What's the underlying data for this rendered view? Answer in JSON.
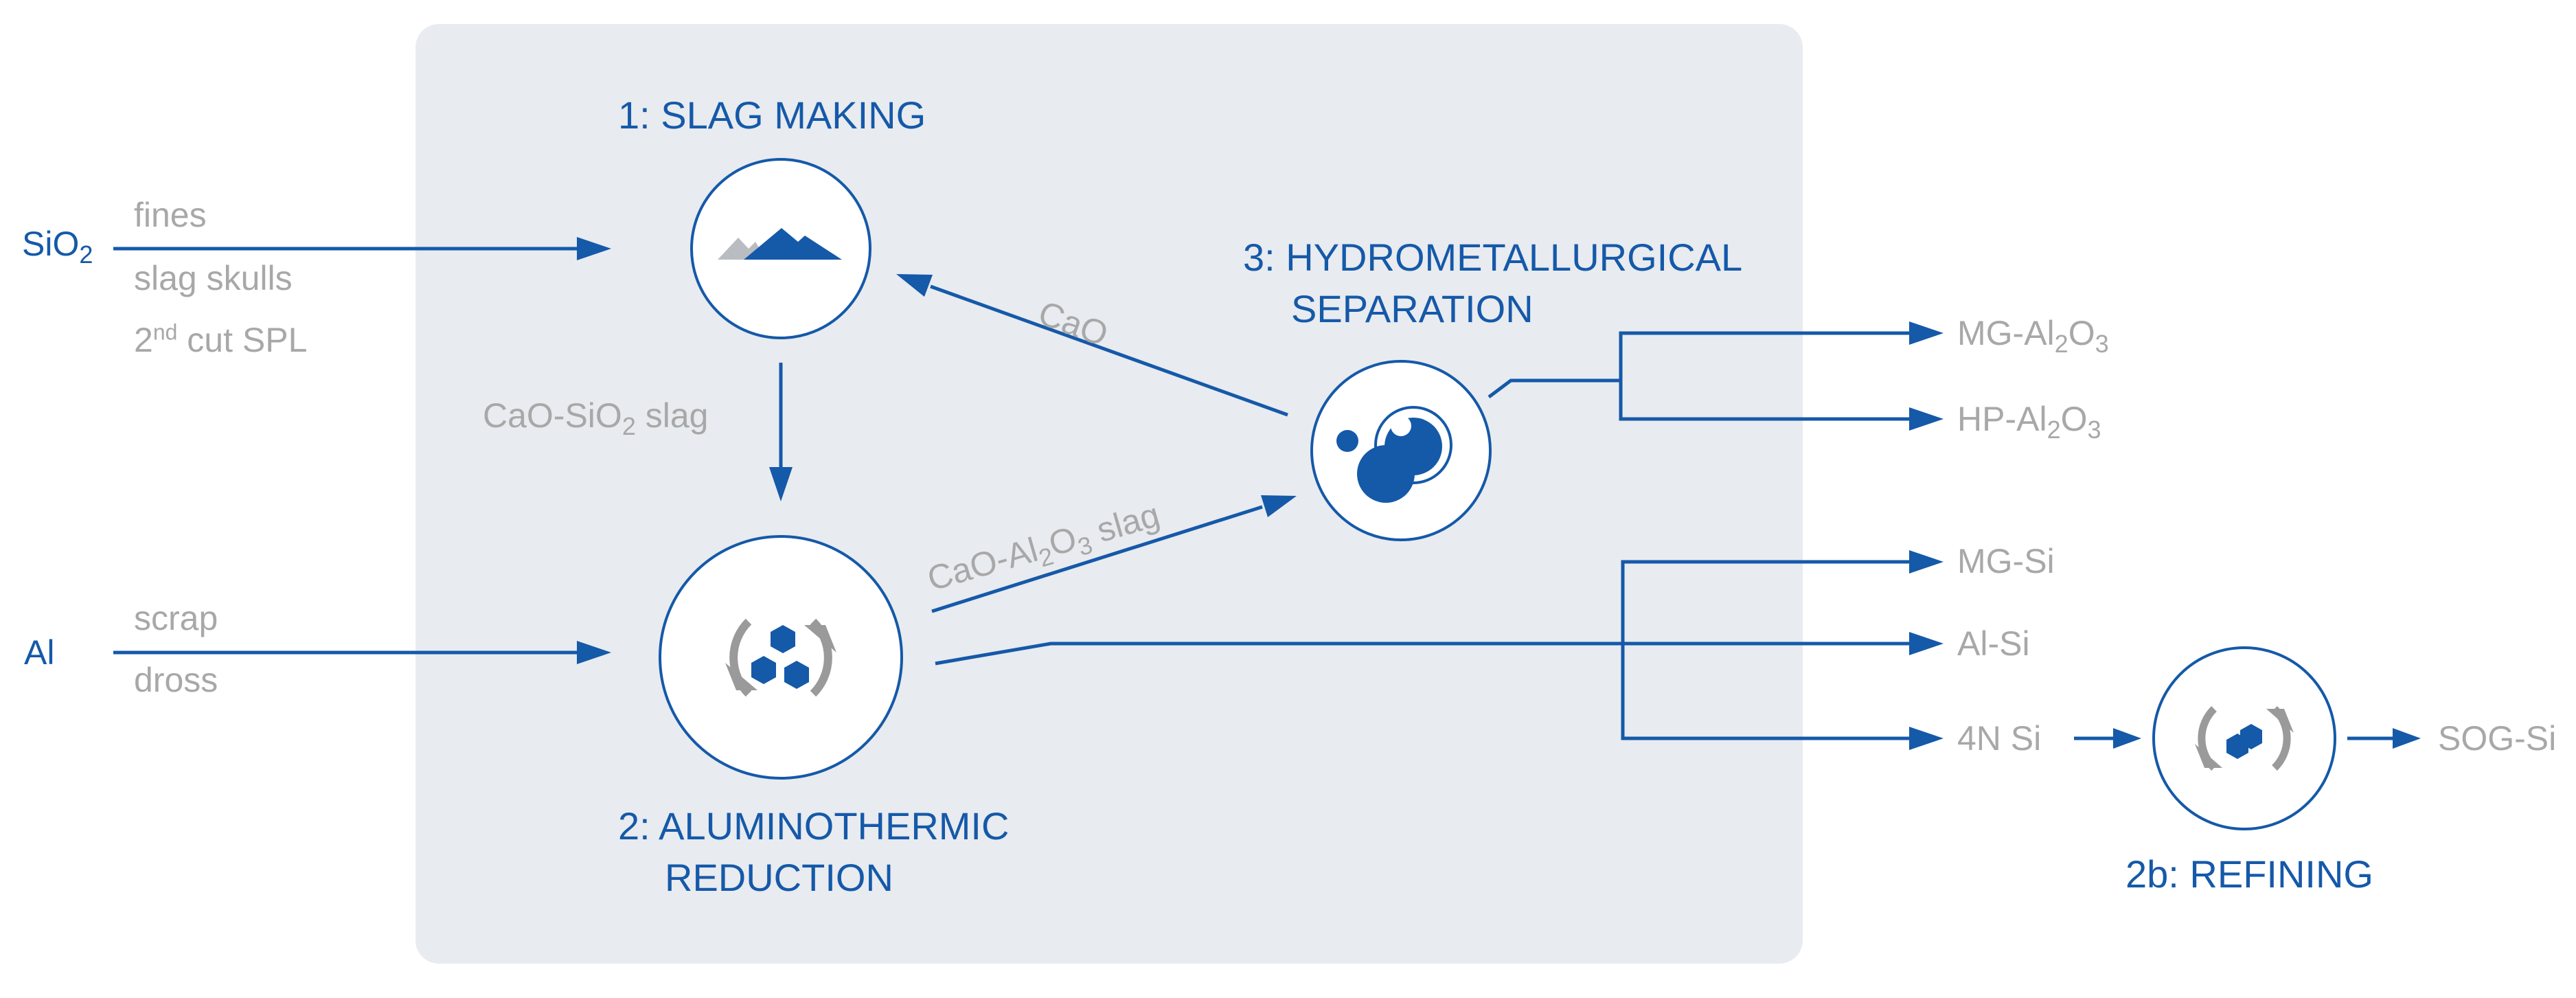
{
  "colors": {
    "accent": "#1559a9",
    "muted": "#a8a8a8",
    "panel": "#e8ebef"
  },
  "steps": {
    "slag_making": {
      "label": "1: SLAG MAKING",
      "icon": "mountains-icon"
    },
    "aluminothermic": {
      "line1": "2: ALUMINOTHERMIC",
      "line2": "REDUCTION",
      "icon": "recycle-hexagons-icon"
    },
    "hydrometallurgical": {
      "line1": "3: HYDROMETALLURGICAL",
      "line2": "SEPARATION",
      "icon": "bubbles-icon"
    },
    "refining": {
      "label": "2b: REFINING",
      "icon": "refining-cycle-icon"
    }
  },
  "inputs": {
    "sio2": {
      "label_base": "SiO",
      "label_sub": "2",
      "sources": [
        "fines",
        "slag skulls"
      ],
      "third_sup": "nd",
      "third_pre": "2",
      "third_post": " cut SPL"
    },
    "al": {
      "label": "Al",
      "sources": [
        "scrap",
        "dross"
      ]
    }
  },
  "flows": {
    "cao": "CaO",
    "cao_sio2_slag": {
      "pre": "CaO-SiO",
      "sub": "2",
      "post": " slag"
    },
    "cao_al2o3_slag": {
      "pre": "CaO-Al",
      "sub1": "2",
      "mid": "O",
      "sub2": "3",
      "post": " slag"
    }
  },
  "outputs": {
    "mg_al2o3": {
      "pre": "MG-Al",
      "sub1": "2",
      "mid": "O",
      "sub2": "3"
    },
    "hp_al2o3": {
      "pre": "HP-Al",
      "sub1": "2",
      "mid": "O",
      "sub2": "3"
    },
    "mg_si": "MG-Si",
    "al_si": "Al-Si",
    "n4_si": "4N Si",
    "sog_si": "SOG-Si"
  }
}
